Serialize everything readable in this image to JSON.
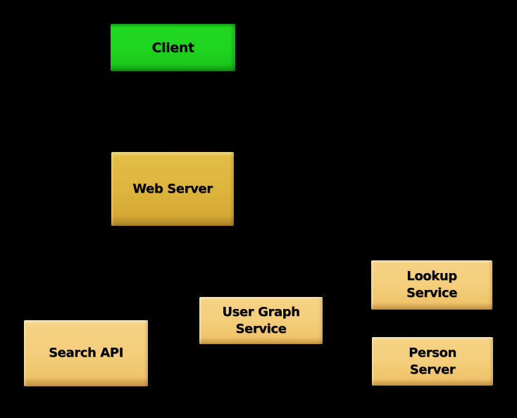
{
  "diagram": {
    "background_color": "#000000",
    "text_color": "#000000",
    "nodes": {
      "client": {
        "label": "Client",
        "fill": "#1fd41f",
        "role": "client"
      },
      "web_server": {
        "label": "Web Server",
        "fill": "#ddb43c",
        "role": "server"
      },
      "search_api": {
        "label": "Search API",
        "fill": "#f4ce7b",
        "role": "service"
      },
      "user_graph_service": {
        "label": "User Graph\nService",
        "fill": "#f4ce7b",
        "role": "service"
      },
      "lookup_service": {
        "label": "Lookup\nService",
        "fill": "#f4ce7b",
        "role": "service"
      },
      "person_server": {
        "label": "Person\nServer",
        "fill": "#f4ce7b",
        "role": "service"
      }
    }
  }
}
